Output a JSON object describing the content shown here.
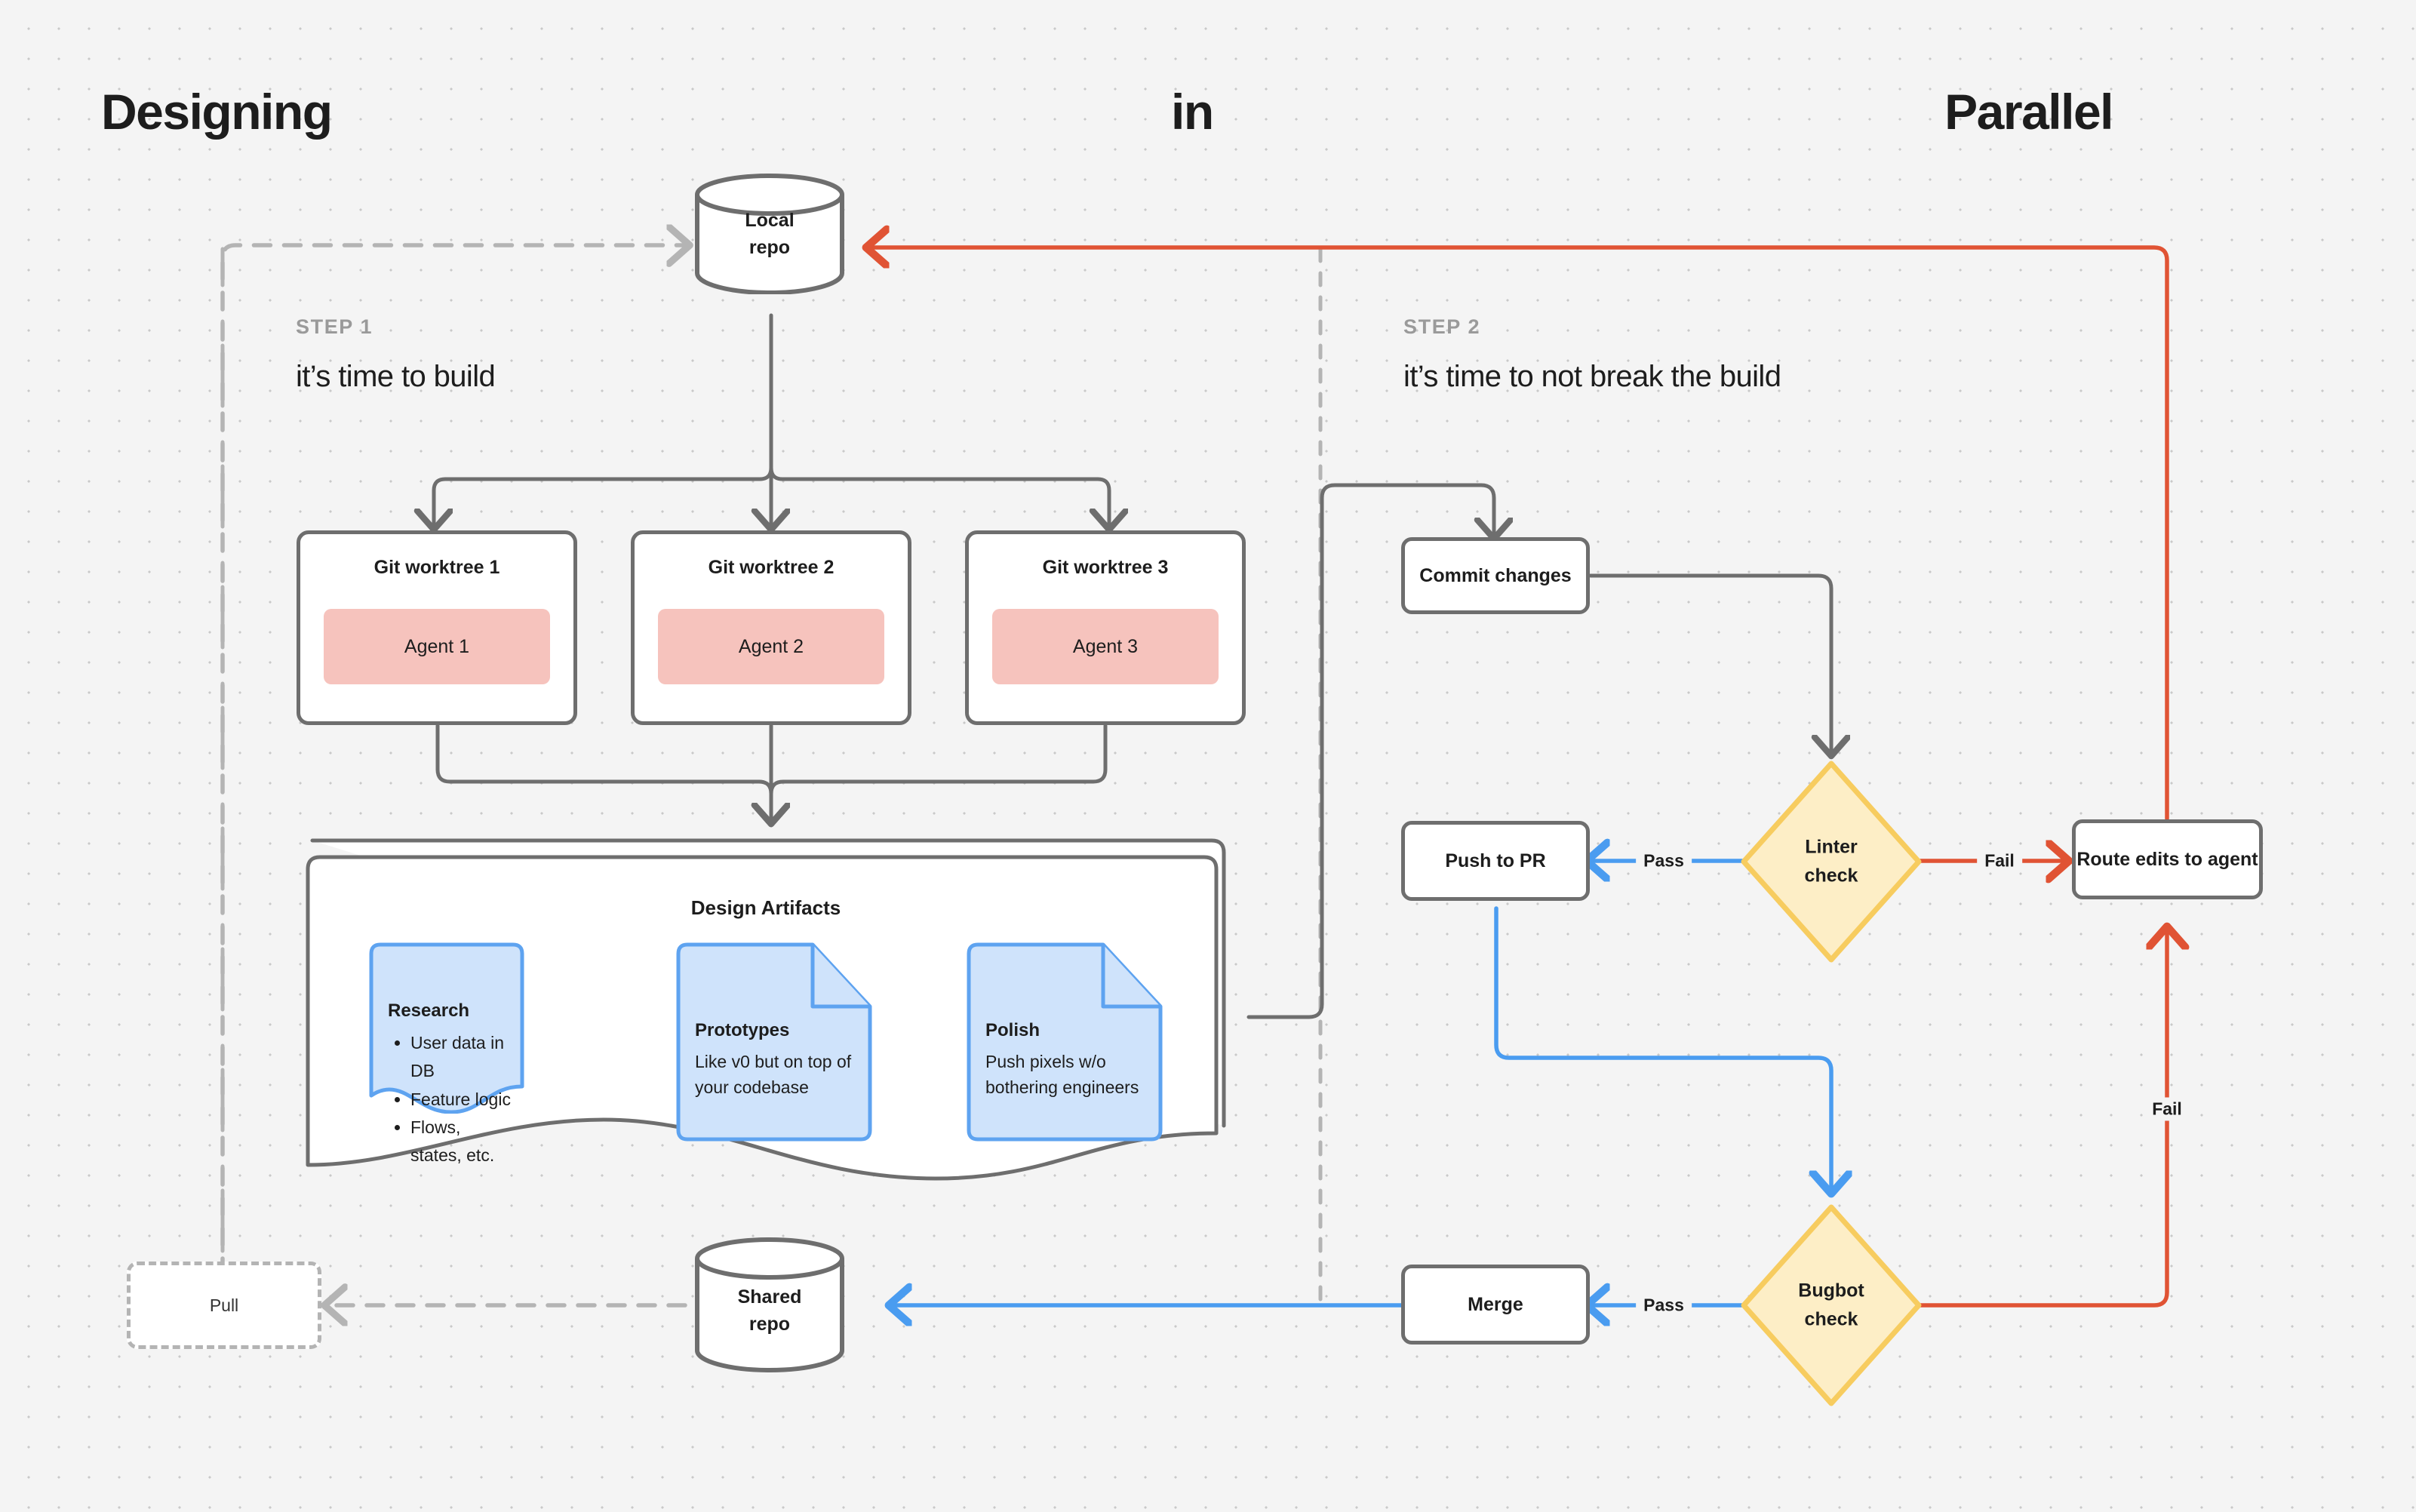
{
  "headline": {
    "word1": "Designing",
    "word2": "in",
    "word3": "Parallel"
  },
  "steps": [
    {
      "kicker": "STEP  1",
      "title": "it’s time to build"
    },
    {
      "kicker": "STEP  2",
      "title": "it’s time to not break the build"
    }
  ],
  "nodes": {
    "local_repo": "Local\nrepo",
    "local_repo_line1": "Local",
    "local_repo_line2": "repo",
    "shared_repo_line1": "Shared",
    "shared_repo_line2": "repo",
    "pull": "Pull",
    "commit_changes": "Commit changes",
    "push_to_pr": "Push to PR",
    "route_edits": "Route edits to agent",
    "merge": "Merge",
    "linter_check_line1": "Linter",
    "linter_check_line2": "check",
    "bugbot_check_line1": "Bugbot",
    "bugbot_check_line2": "check"
  },
  "worktrees": [
    {
      "label": "Git worktree 1",
      "agent": "Agent 1"
    },
    {
      "label": "Git worktree 2",
      "agent": "Agent 2"
    },
    {
      "label": "Git worktree 3",
      "agent": "Agent 3"
    }
  ],
  "artifacts": {
    "title": "Design Artifacts",
    "cards": [
      {
        "heading": "Research",
        "bullets": [
          "User data in DB",
          "Feature logic",
          "Flows, states, etc."
        ],
        "body": ""
      },
      {
        "heading": "Prototypes",
        "bullets": [],
        "body": "Like v0 but on top of your codebase"
      },
      {
        "heading": "Polish",
        "bullets": [],
        "body": "Push pixels w/o bothering engineers"
      }
    ]
  },
  "edge_labels": {
    "linter_pass": "Pass",
    "linter_fail": "Fail",
    "bugbot_pass": "Pass",
    "bugbot_fail": "Fail"
  },
  "colors": {
    "background": "#f4f4f4",
    "dot": "#c9c9c9",
    "stroke": "#6e6e6e",
    "dashed": "#b4b4b4",
    "agent_fill": "#f6c3bd",
    "doc_fill": "#cfe3fb",
    "doc_stroke": "#5ea3f0",
    "diamond_fill": "#fdedc4",
    "diamond_stroke": "#f5c košice"
  }
}
